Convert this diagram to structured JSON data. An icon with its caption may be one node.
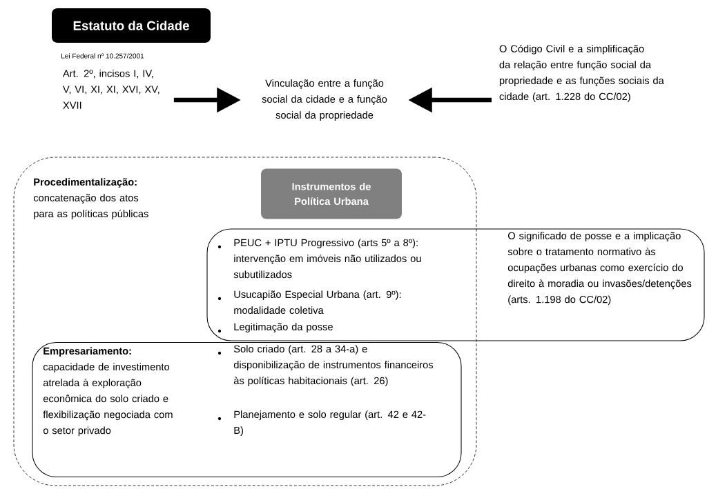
{
  "diagram": {
    "nodes": [
      {
        "text": [
          "Estatuto da Cidade"
        ],
        "beside": [
          "Lei Federal nº 10.257/2001"
        ]
      },
      {
        "text": [
          "Art. 2º, incisos I, IV, V, VI, XI, XI, XVI, XV, XVII"
        ]
      },
      {
        "text": [
          "Vinculação entre a função social da cidade e a função social da propriedade"
        ]
      },
      {
        "text": [
          "O Código Civil e a simplificação da relação entre função social da propriedade e as funções sociais da cidade (art. 1.228 do CC/02)"
        ]
      },
      {
        "text": [
          "Procedimentalização:",
          "concatenação dos atos para as políticas públicas"
        ]
      },
      {
        "text": [
          "Instrumentos de Política Urbana"
        ],
        "in": 4
      },
      {
        "text": [
          "PEUC + IPTU Progressivo (arts 5º a 8º): intervenção em imóveis não utilizados ou subutilizados",
          "Usucapião Especial Urbana (art. 9º): modalidade coletiva",
          "Legitimação da posse",
          "O significado de posse e a implicação sobre o tratamento normativo às ocupações urbanas como exercício do direito à moradia ou invasões/detenções (arts. 1.198 do CC/02)"
        ]
      },
      {
        "text": [
          "Empresariamento:",
          "capacidade de investimento atrelada à exploração econômica do solo criado e flexibilização negociada com o setor privado",
          "Solo criado (art. 28 a 34-a) e disponibilização de instrumentos financeiros às políticas habitacionais (art. 26)",
          "Planejamento e solo regular (art. 42 e 42-B)"
        ],
        "in": 4
      }
    ],
    "edges": [
      {
        "from": 1,
        "to": 2,
        "arrow": "to"
      },
      {
        "from": 3,
        "to": 2,
        "arrow": "to"
      }
    ]
  }
}
